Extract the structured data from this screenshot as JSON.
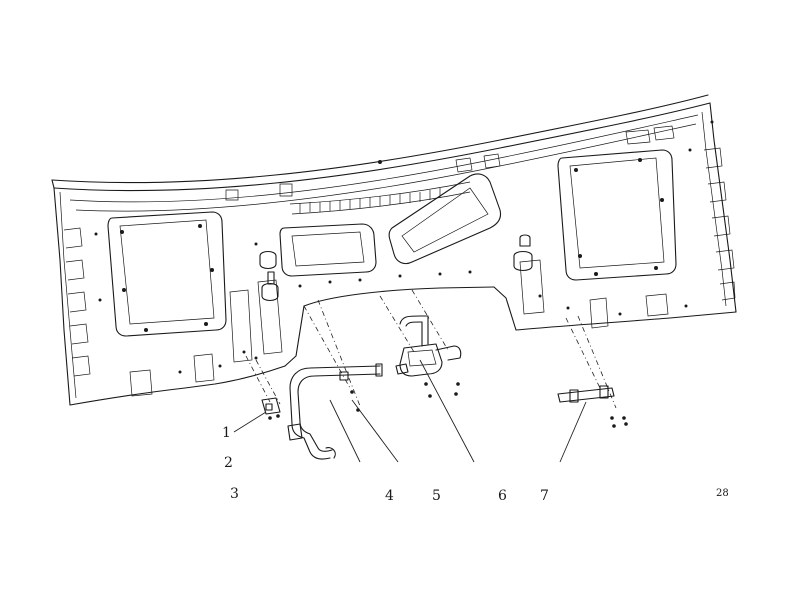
{
  "callouts": [
    {
      "id": "1",
      "label": "1"
    },
    {
      "id": "2",
      "label": "2"
    },
    {
      "id": "3",
      "label": "3"
    },
    {
      "id": "4",
      "label": "4"
    },
    {
      "id": "5",
      "label": "5"
    },
    {
      "id": "6",
      "label": "6"
    },
    {
      "id": "7",
      "label": "7"
    }
  ],
  "page_number": "28"
}
